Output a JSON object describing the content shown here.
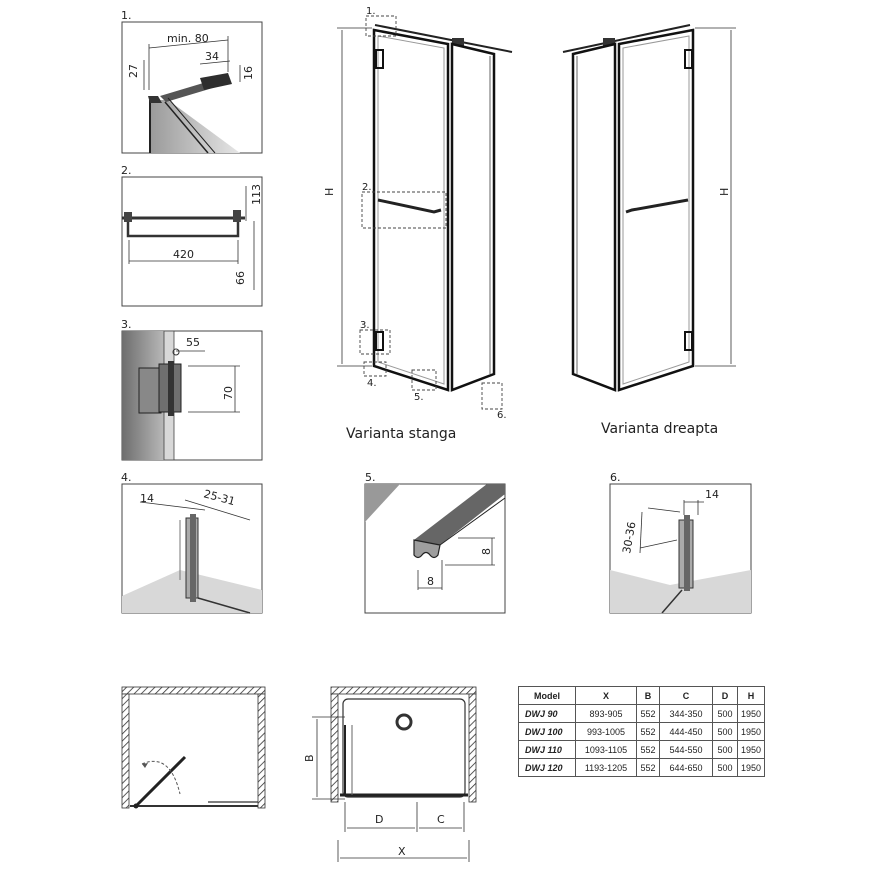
{
  "panels": [
    {
      "number": "1.",
      "dims": [
        "min. 80",
        "34",
        "27",
        "16"
      ]
    },
    {
      "number": "2.",
      "dims": [
        "420",
        "113",
        "66"
      ]
    },
    {
      "number": "3.",
      "dims": [
        "55",
        "70"
      ]
    },
    {
      "number": "4.",
      "dims": [
        "14",
        "25-31"
      ]
    },
    {
      "number": "5.",
      "dims": [
        "8",
        "8"
      ]
    },
    {
      "number": "6.",
      "dims": [
        "14",
        "30-36"
      ]
    }
  ],
  "main": {
    "callouts": [
      "1.",
      "2.",
      "3.",
      "4.",
      "5.",
      "6."
    ],
    "height_label": "H",
    "left_caption": "Varianta stanga",
    "right_caption": "Varianta dreapta"
  },
  "plan": {
    "labels": [
      "B",
      "D",
      "C",
      "X"
    ]
  },
  "table": {
    "headers": [
      "Model",
      "X",
      "B",
      "C",
      "D",
      "H"
    ],
    "rows": [
      [
        "DWJ 90",
        "893-905",
        "552",
        "344-350",
        "500",
        "1950"
      ],
      [
        "DWJ 100",
        "993-1005",
        "552",
        "444-450",
        "500",
        "1950"
      ],
      [
        "DWJ 110",
        "1093-1105",
        "552",
        "544-550",
        "500",
        "1950"
      ],
      [
        "DWJ 120",
        "1193-1205",
        "552",
        "644-650",
        "500",
        "1950"
      ]
    ]
  }
}
